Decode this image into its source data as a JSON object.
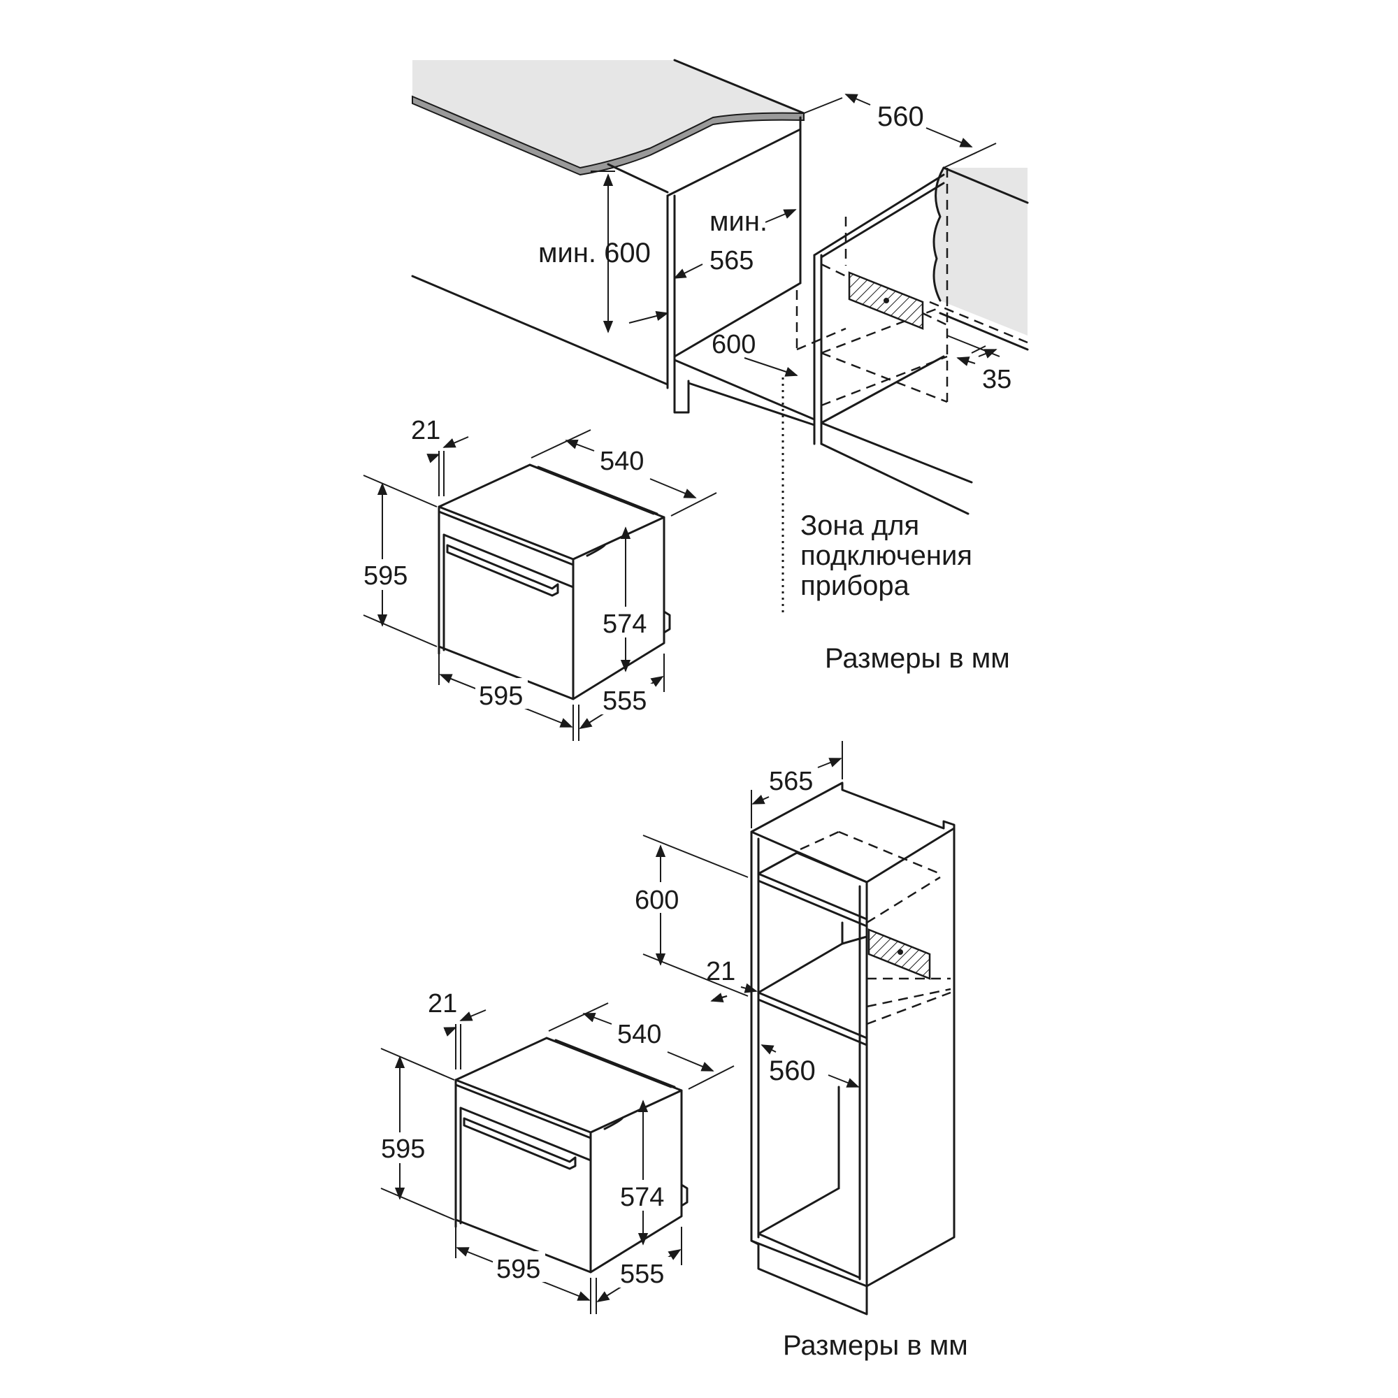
{
  "top": {
    "dim_560": "560",
    "min_label": "мин.",
    "dim_565": "565",
    "min_600": "мин. 600",
    "dim_600": "600",
    "dim_35": "35",
    "zone_line1": "Зона для",
    "zone_line2": "подключения",
    "zone_line3": "прибора",
    "units": "Размеры в мм"
  },
  "oven_top": {
    "d21": "21",
    "d540": "540",
    "d595h": "595",
    "d574": "574",
    "d595w": "595",
    "d555": "555"
  },
  "oven_bottom": {
    "d21": "21",
    "d540": "540",
    "d595h": "595",
    "d574": "574",
    "d595w": "595",
    "d555": "555"
  },
  "tall": {
    "d565": "565",
    "d600": "600",
    "d21": "21",
    "d560": "560",
    "units": "Размеры в мм"
  },
  "colors": {
    "line": "#1a1a1a",
    "worktop": "#e6e6e6",
    "worktop_edge": "#9a9a9a"
  }
}
